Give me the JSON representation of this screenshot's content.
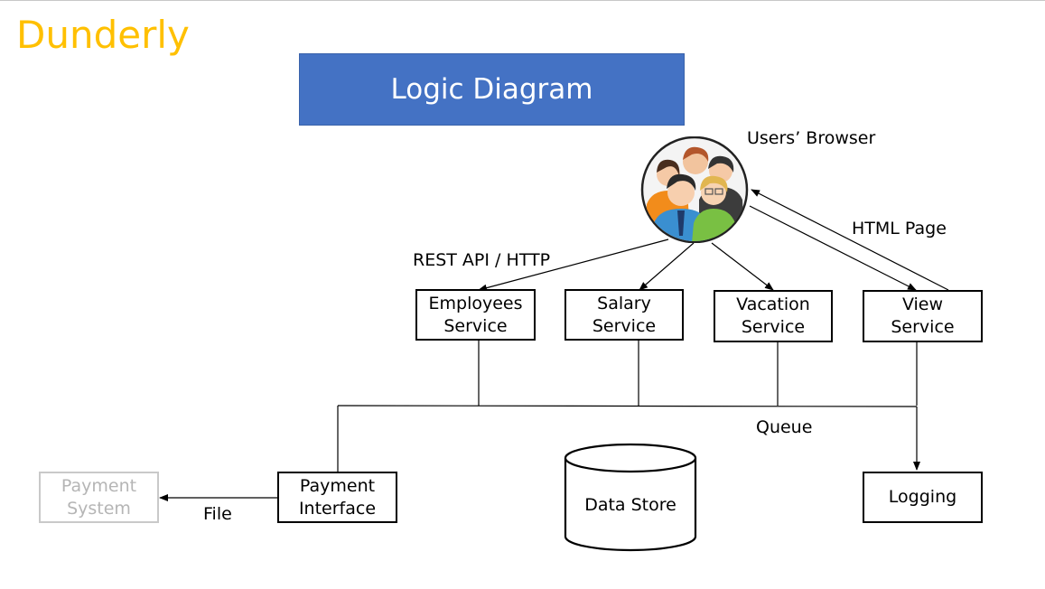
{
  "brand": "Dunderly",
  "title": "Logic Diagram",
  "browser": {
    "label": "Users’ Browser",
    "icon": "users-group-icon"
  },
  "edges": {
    "rest": "REST API / HTTP",
    "html": "HTML Page",
    "queue": "Queue",
    "file": "File"
  },
  "services": {
    "employees": {
      "line1": "Employees",
      "line2": "Service"
    },
    "salary": {
      "line1": "Salary",
      "line2": "Service"
    },
    "vacation": {
      "line1": "Vacation",
      "line2": "Service"
    },
    "view": {
      "line1": "View",
      "line2": "Service"
    }
  },
  "payment_interface": {
    "line1": "Payment",
    "line2": "Interface"
  },
  "payment_system": {
    "line1": "Payment",
    "line2": "System"
  },
  "data_store": "Data Store",
  "logging": "Logging",
  "colors": {
    "brand": "#ffc000",
    "title_bg": "#4472c4",
    "ghost": "#c9c9c9"
  }
}
